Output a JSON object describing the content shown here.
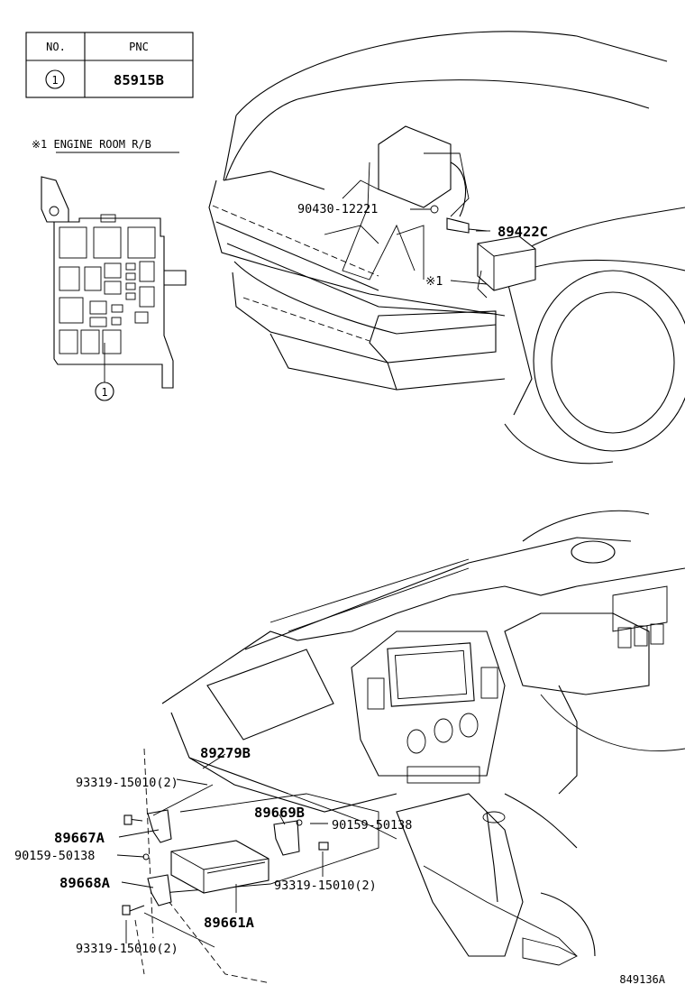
{
  "table": {
    "header_no": "NO.",
    "header_pnc": "PNC",
    "rows": [
      {
        "no": "1",
        "pnc": "85915B"
      }
    ]
  },
  "engine_room_label": "※1 ENGINE ROOM R/B",
  "callout_1": "1",
  "callouts": {
    "p90430": "90430-12221",
    "p89422": "89422C",
    "ref1": "※1",
    "p89279": "89279B",
    "p93319_top": "93319-15010(2)",
    "p89669": "89669B",
    "p90159_right": "90159-50138",
    "p89667": "89667A",
    "p90159_left": "90159-50138",
    "p89668": "89668A",
    "p93319_mid": "93319-15010(2)",
    "p89661": "89661A",
    "p93319_bottom": "93319-15010(2)"
  },
  "figure_id": "849136A"
}
